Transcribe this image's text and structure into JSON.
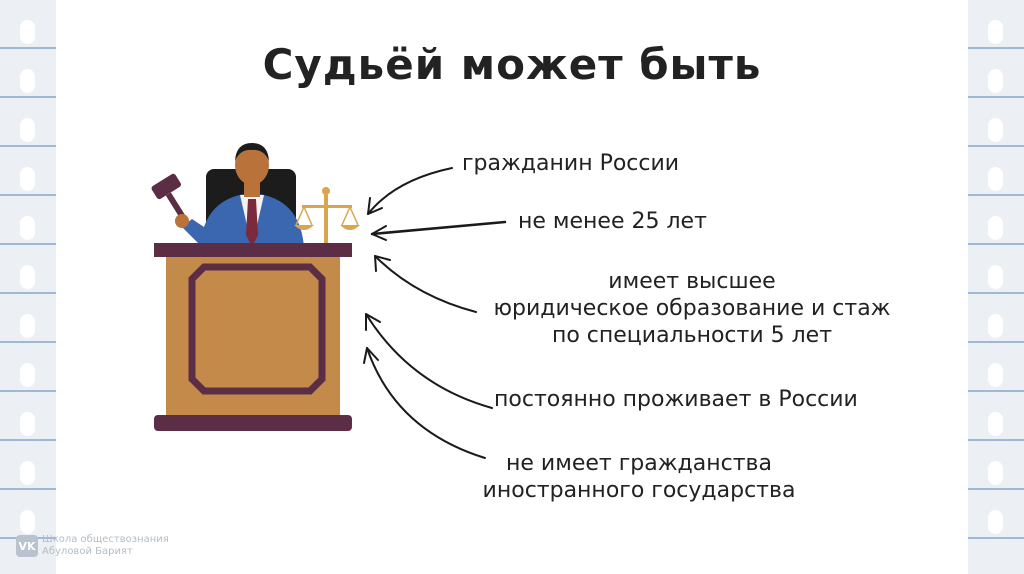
{
  "slide": {
    "title": "Судьёй может быть",
    "requirements": [
      {
        "lines": [
          "гражданин России"
        ]
      },
      {
        "lines": [
          "не менее 25 лет"
        ]
      },
      {
        "lines": [
          "имеет высшее",
          "юридическое образование и стаж",
          "по специальности 5 лет"
        ]
      },
      {
        "lines": [
          "постоянно проживает в России"
        ]
      },
      {
        "lines": [
          "не имеет гражданства",
          "иностранного государства"
        ]
      }
    ]
  },
  "watermark": {
    "badge": "VK",
    "line1": "Школа обществознания",
    "line2": "Абуловой Барият"
  },
  "colors": {
    "podium": "#c48a4a",
    "podium_trim": "#5c2e45",
    "suit": "#3b67b0",
    "skin": "#b9733a",
    "scales": "#d9a64e",
    "notebook_line": "#9fb8d6"
  },
  "icons": [
    "judge-icon",
    "gavel-icon",
    "scales-icon",
    "vk-logo-icon"
  ]
}
